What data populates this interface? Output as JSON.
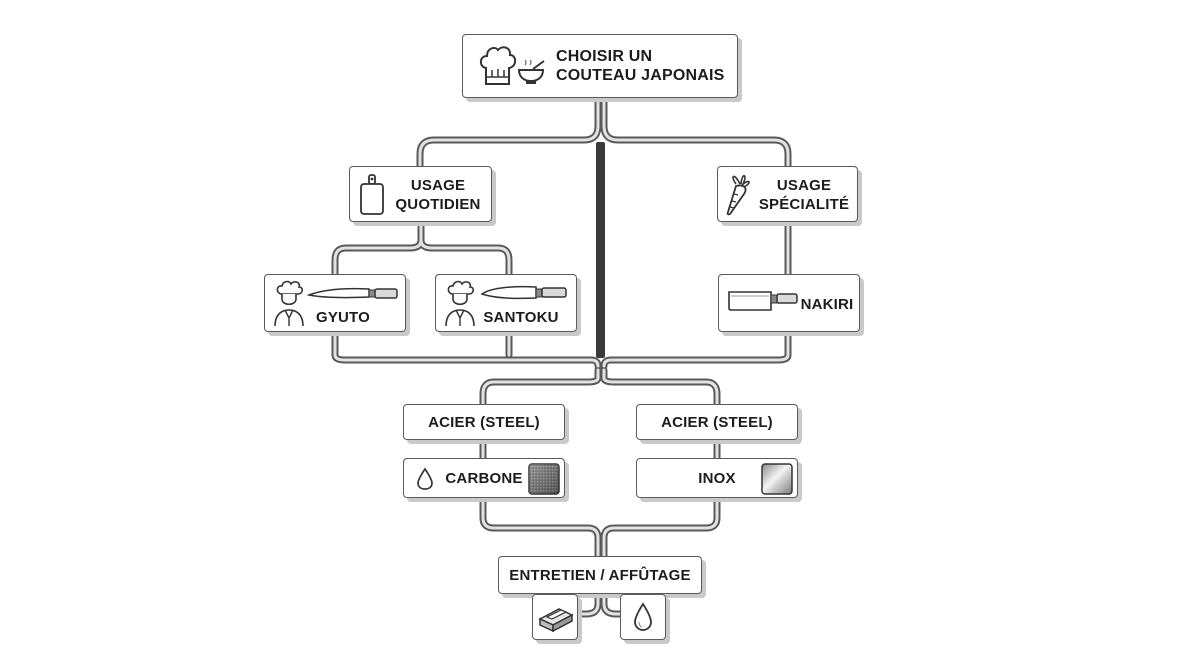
{
  "title": {
    "line1": "CHOISIR UN",
    "line2": "COUTEAU JAPONAIS"
  },
  "usage_quotidien": {
    "line1": "USAGE",
    "line2": "QUOTIDIEN"
  },
  "usage_specialite": {
    "line1": "USAGE",
    "line2": "SPÉCIALITÉ"
  },
  "knives": {
    "gyuto": "GYUTO",
    "santoku": "SANTOKU",
    "nakiri": "NAKIRI"
  },
  "steel": {
    "left_header": "ACIER (STEEL)",
    "right_header": "ACIER (STEEL)",
    "carbone": "CARBONE",
    "inox": "INOX"
  },
  "maintenance": {
    "label": "ENTRETIEN / AFFÛTAGE"
  },
  "icons": [
    "chef-hat-icon",
    "bowl-icon",
    "cutting-board-icon",
    "carrot-icon",
    "chef-icon",
    "chef-knife-icon",
    "santoku-knife-icon",
    "cleaver-icon",
    "water-drop-icon",
    "carbon-texture-icon",
    "steel-texture-icon",
    "whetstone-icon"
  ],
  "colors": {
    "line": "#595959",
    "line_inner": "#e2e2e2",
    "center_bar": "#3a3a3a",
    "box_border": "#5a5a5a",
    "shadow": "#c9c9c9"
  }
}
